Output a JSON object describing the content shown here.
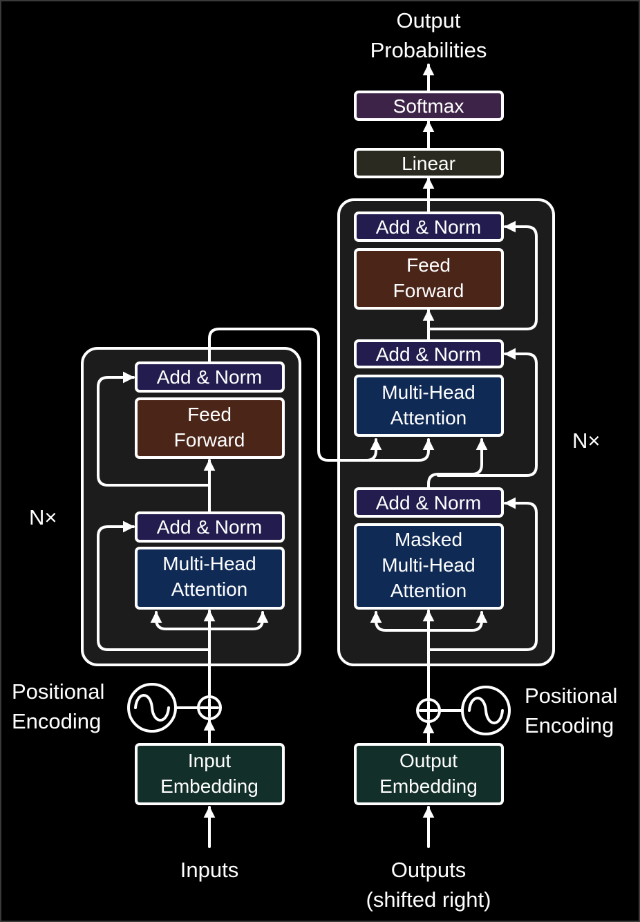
{
  "encoder": {
    "nx_label": "N×",
    "add_norm_top": "Add & Norm",
    "feed_forward": [
      "Feed",
      "Forward"
    ],
    "add_norm_bottom": "Add & Norm",
    "attention": [
      "Multi-Head",
      "Attention"
    ],
    "positional_encoding": [
      "Positional",
      "Encoding"
    ],
    "embedding": [
      "Input",
      "Embedding"
    ],
    "input_label": "Inputs"
  },
  "decoder": {
    "nx_label": "N×",
    "add_norm_top": "Add & Norm",
    "feed_forward": [
      "Feed",
      "Forward"
    ],
    "add_norm_middle": "Add & Norm",
    "attention": [
      "Multi-Head",
      "Attention"
    ],
    "add_norm_bottom": "Add & Norm",
    "masked_attention": [
      "Masked",
      "Multi-Head",
      "Attention"
    ],
    "positional_encoding": [
      "Positional",
      "Encoding"
    ],
    "embedding": [
      "Output",
      "Embedding"
    ],
    "input_label": [
      "Outputs",
      "(shifted right)"
    ]
  },
  "head": {
    "linear": "Linear",
    "softmax": "Softmax",
    "output_label": [
      "Output",
      "Probabilities"
    ]
  },
  "colors": {
    "background": "#000000",
    "panel": "#1c1c1c",
    "add_norm": "#221c4f",
    "feed_forward": "#4a2518",
    "attention": "#0f2a55",
    "embedding": "#123029",
    "linear": "#2a2a20",
    "softmax": "#3d2348",
    "stroke": "#ffffff"
  }
}
